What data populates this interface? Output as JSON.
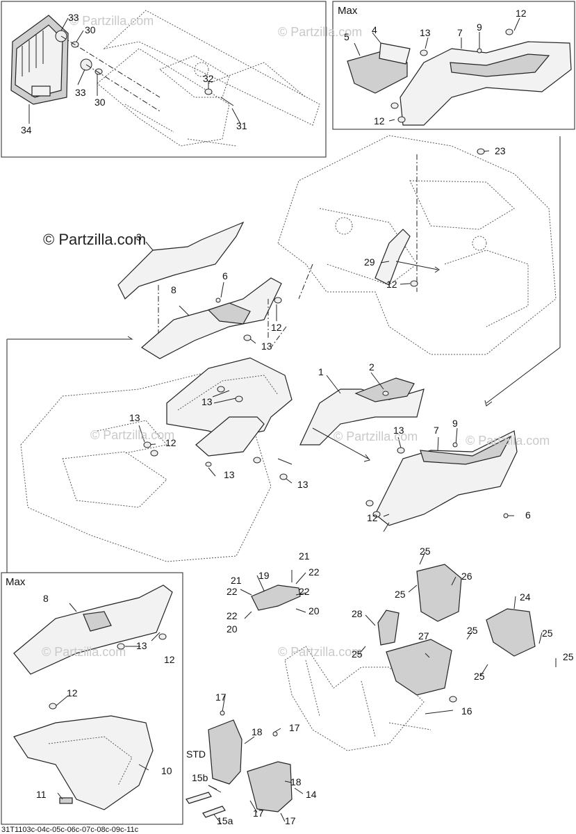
{
  "diagram": {
    "max_label_top": "Max",
    "max_label_bottom": "Max",
    "watermark_main": "© Partzilla.com",
    "watermark_faint": "© Partzilla.com",
    "footer_code": "31T1103c-04c-05c-06c-07c-08c-09c-11c",
    "callouts": {
      "c1": "1",
      "c2": "2",
      "c3": "3",
      "c4": "4",
      "c5": "5",
      "c6a": "6",
      "c6b": "6",
      "c7a": "7",
      "c7b": "7",
      "c8a": "8",
      "c8b": "8",
      "c9a": "9",
      "c9b": "9",
      "c10": "10",
      "c11": "11",
      "c12a": "12",
      "c12b": "12",
      "c12c": "12",
      "c12d": "12",
      "c12e": "12",
      "c12f": "12",
      "c12g": "12",
      "c12h": "12",
      "c13a": "13",
      "c13b": "13",
      "c13c": "13",
      "c13d": "13",
      "c13e": "13",
      "c13f": "13",
      "c13g": "13",
      "c13h": "13",
      "c14": "14",
      "c15a": "15a",
      "c15b": "15b",
      "c16": "16",
      "c17a": "17",
      "c17b": "17",
      "c17c": "17",
      "c17d": "17",
      "c18a": "18",
      "c18b": "18",
      "c19": "19",
      "c20a": "20",
      "c20b": "20",
      "c21a": "21",
      "c21b": "21",
      "c22a": "22",
      "c22b": "22",
      "c22c": "22",
      "c22d": "22",
      "c23": "23",
      "c24": "24",
      "c25a": "25",
      "c25b": "25",
      "c25c": "25",
      "c25d": "25",
      "c25e": "25",
      "c25f": "25",
      "c25g": "25",
      "c26": "26",
      "c27": "27",
      "c28": "28",
      "c29": "29",
      "c30a": "30",
      "c30b": "30",
      "c31": "31",
      "c32": "32",
      "c33a": "33",
      "c33b": "33",
      "c34": "34",
      "std": "STD"
    }
  }
}
